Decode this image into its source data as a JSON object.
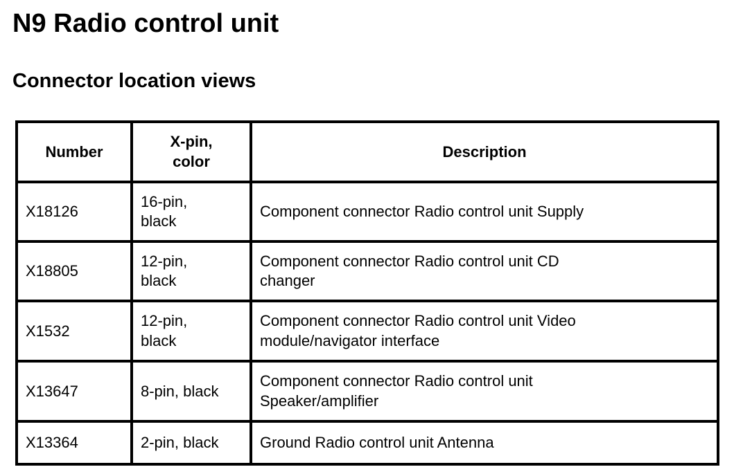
{
  "page": {
    "title": "N9 Radio control unit",
    "subtitle": "Connector location views"
  },
  "table": {
    "headers": {
      "number": "Number",
      "pin": "X-pin,\ncolor",
      "description": "Description"
    },
    "rows": [
      {
        "number": "X18126",
        "pin": "16-pin,\nblack",
        "description": "Component connector Radio control unit Supply"
      },
      {
        "number": "X18805",
        "pin": "12-pin,\nblack",
        "description": "Component connector Radio control unit CD\nchanger"
      },
      {
        "number": "X1532",
        "pin": "12-pin,\nblack",
        "description": "Component connector Radio control unit Video\nmodule/navigator interface"
      },
      {
        "number": "X13647",
        "pin": "8-pin, black",
        "description": "Component connector Radio control unit\nSpeaker/amplifier"
      },
      {
        "number": "X13364",
        "pin": "2-pin, black",
        "description": "Ground Radio control unit Antenna"
      }
    ]
  }
}
